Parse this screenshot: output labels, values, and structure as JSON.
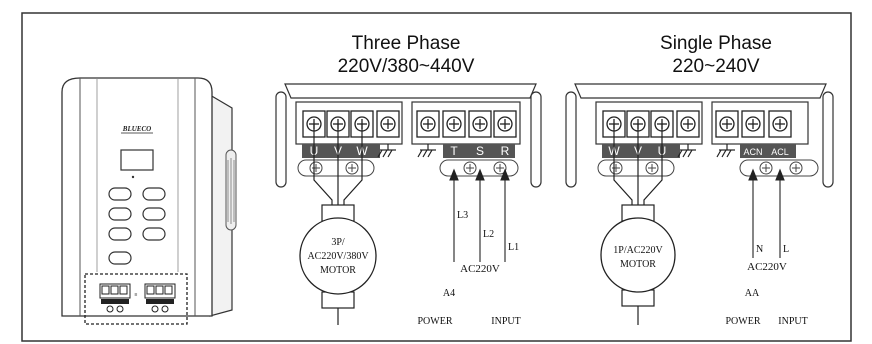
{
  "device": {
    "brand": "BLUECO"
  },
  "three_phase": {
    "title": "Three Phase",
    "voltage": "220V/380~440V",
    "motor_terminals": [
      "U",
      "V",
      "W"
    ],
    "power_terminals": [
      "T",
      "S",
      "R"
    ],
    "motor_label_lines": [
      "3P/",
      "AC220V/380V",
      "MOTOR"
    ],
    "wire_labels": [
      "L3",
      "L2",
      "L1"
    ],
    "supply": "AC220V",
    "model": "A4",
    "power_label": "POWER",
    "input_label": "INPUT"
  },
  "single_phase": {
    "title": "Single Phase",
    "voltage": "220~240V",
    "motor_terminals": [
      "W",
      "V",
      "U"
    ],
    "power_terminals": [
      "ACN",
      "ACL"
    ],
    "motor_label_lines": [
      "1P/AC220V",
      "MOTOR"
    ],
    "wire_labels": [
      "N",
      "L"
    ],
    "supply": "AC220V",
    "model": "AA",
    "power_label": "POWER",
    "input_label": "INPUT"
  }
}
